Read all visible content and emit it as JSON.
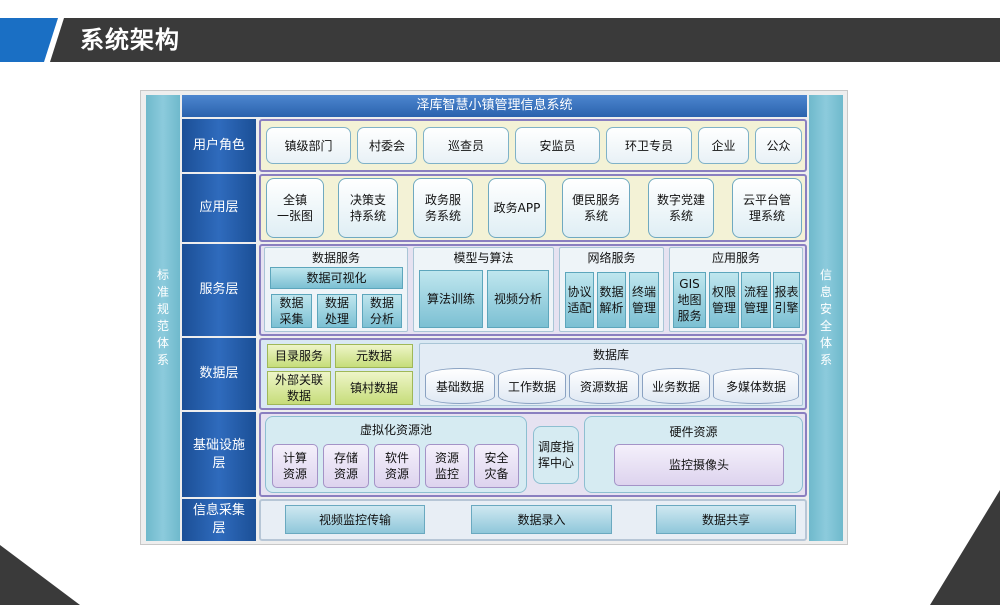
{
  "header": {
    "title": "系统架构"
  },
  "diagram": {
    "top_title": "泽库智慧小镇管理信息系统",
    "left_side": "标准规范体系",
    "right_side": "信息安全体系",
    "layers": {
      "user": {
        "label": "用户角色",
        "items": [
          "镇级部门",
          "村委会",
          "巡查员",
          "安监员",
          "环卫专员",
          "企业",
          "公众"
        ]
      },
      "app": {
        "label": "应用层",
        "items": [
          {
            "l1": "全镇",
            "l2": "一张图"
          },
          {
            "l1": "决策支",
            "l2": "持系统"
          },
          {
            "l1": "政务服",
            "l2": "务系统"
          },
          {
            "l1": "政务APP",
            "l2": ""
          },
          {
            "l1": "便民服务",
            "l2": "系统"
          },
          {
            "l1": "数字党建",
            "l2": "系统"
          },
          {
            "l1": "云平台管",
            "l2": "理系统"
          }
        ]
      },
      "service": {
        "label": "服务层",
        "data_service": {
          "title": "数据服务",
          "viz": "数据可视化",
          "items": [
            {
              "l1": "数据",
              "l2": "采集"
            },
            {
              "l1": "数据",
              "l2": "处理"
            },
            {
              "l1": "数据",
              "l2": "分析"
            }
          ]
        },
        "model_service": {
          "title": "模型与算法",
          "items": [
            "算法训练",
            "视频分析"
          ]
        },
        "network_service": {
          "title": "网络服务",
          "items": [
            {
              "l1": "协议",
              "l2": "适配"
            },
            {
              "l1": "数据",
              "l2": "解析"
            },
            {
              "l1": "终端",
              "l2": "管理"
            }
          ]
        },
        "app_service": {
          "title": "应用服务",
          "items": [
            {
              "l1": "GIS",
              "l2": "地图",
              "l3": "服务"
            },
            {
              "l1": "权限",
              "l2": "管理",
              "l3": ""
            },
            {
              "l1": "流程",
              "l2": "管理",
              "l3": ""
            },
            {
              "l1": "报表",
              "l2": "引擎",
              "l3": ""
            }
          ]
        }
      },
      "data": {
        "label": "数据层",
        "catalog": "目录服务",
        "meta": "元数据",
        "external": {
          "l1": "外部关联",
          "l2": "数据"
        },
        "town": "镇村数据",
        "db_title": "数据库",
        "db_items": [
          "基础数据",
          "工作数据",
          "资源数据",
          "业务数据",
          "多媒体数据"
        ]
      },
      "infra": {
        "label": {
          "l1": "基础设施",
          "l2": "层"
        },
        "pool_title": "虚拟化资源池",
        "pool_items": [
          {
            "l1": "计算",
            "l2": "资源"
          },
          {
            "l1": "存储",
            "l2": "资源"
          },
          {
            "l1": "软件",
            "l2": "资源"
          },
          {
            "l1": "资源",
            "l2": "监控"
          },
          {
            "l1": "安全",
            "l2": "灾备"
          }
        ],
        "scheduler": {
          "l1": "调度指",
          "l2": "挥中心"
        },
        "hw_title": "硬件资源",
        "hw_item": "监控摄像头"
      },
      "collect": {
        "label": {
          "l1": "信息采集",
          "l2": "层"
        },
        "items": [
          "视频监控传输",
          "数据录入",
          "数据共享"
        ]
      }
    }
  }
}
